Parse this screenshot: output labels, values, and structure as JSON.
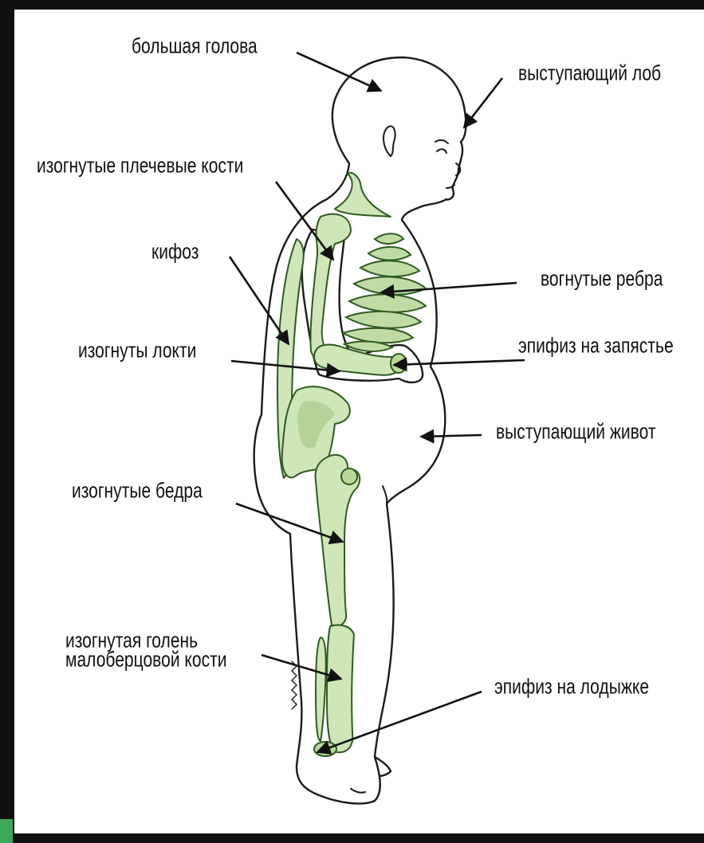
{
  "labels": {
    "big_head": "большая голова",
    "forehead": "выступающий лоб",
    "curved_shoulder_bones": "изогнутые плечевые кости",
    "kyphosis": "кифоз",
    "concave_ribs": "вогнутые ребра",
    "curved_elbows": "изогнуты локти",
    "wrist_epiphysis": "эпифиз на запястье",
    "protruding_belly": "выступающий живот",
    "curved_thighs": "изогнутые бедра",
    "fibula_line1": "изогнутая голень",
    "fibula_line2": "малоберцовой кости",
    "ankle_epiphysis": "эпифиз на лодыжке"
  },
  "colors": {
    "bone_fill": "#cfe6b8",
    "bone_stroke": "#2f5a22",
    "background": "#ffffff",
    "frame": "#111111",
    "edge_accent": "#3fa858"
  }
}
